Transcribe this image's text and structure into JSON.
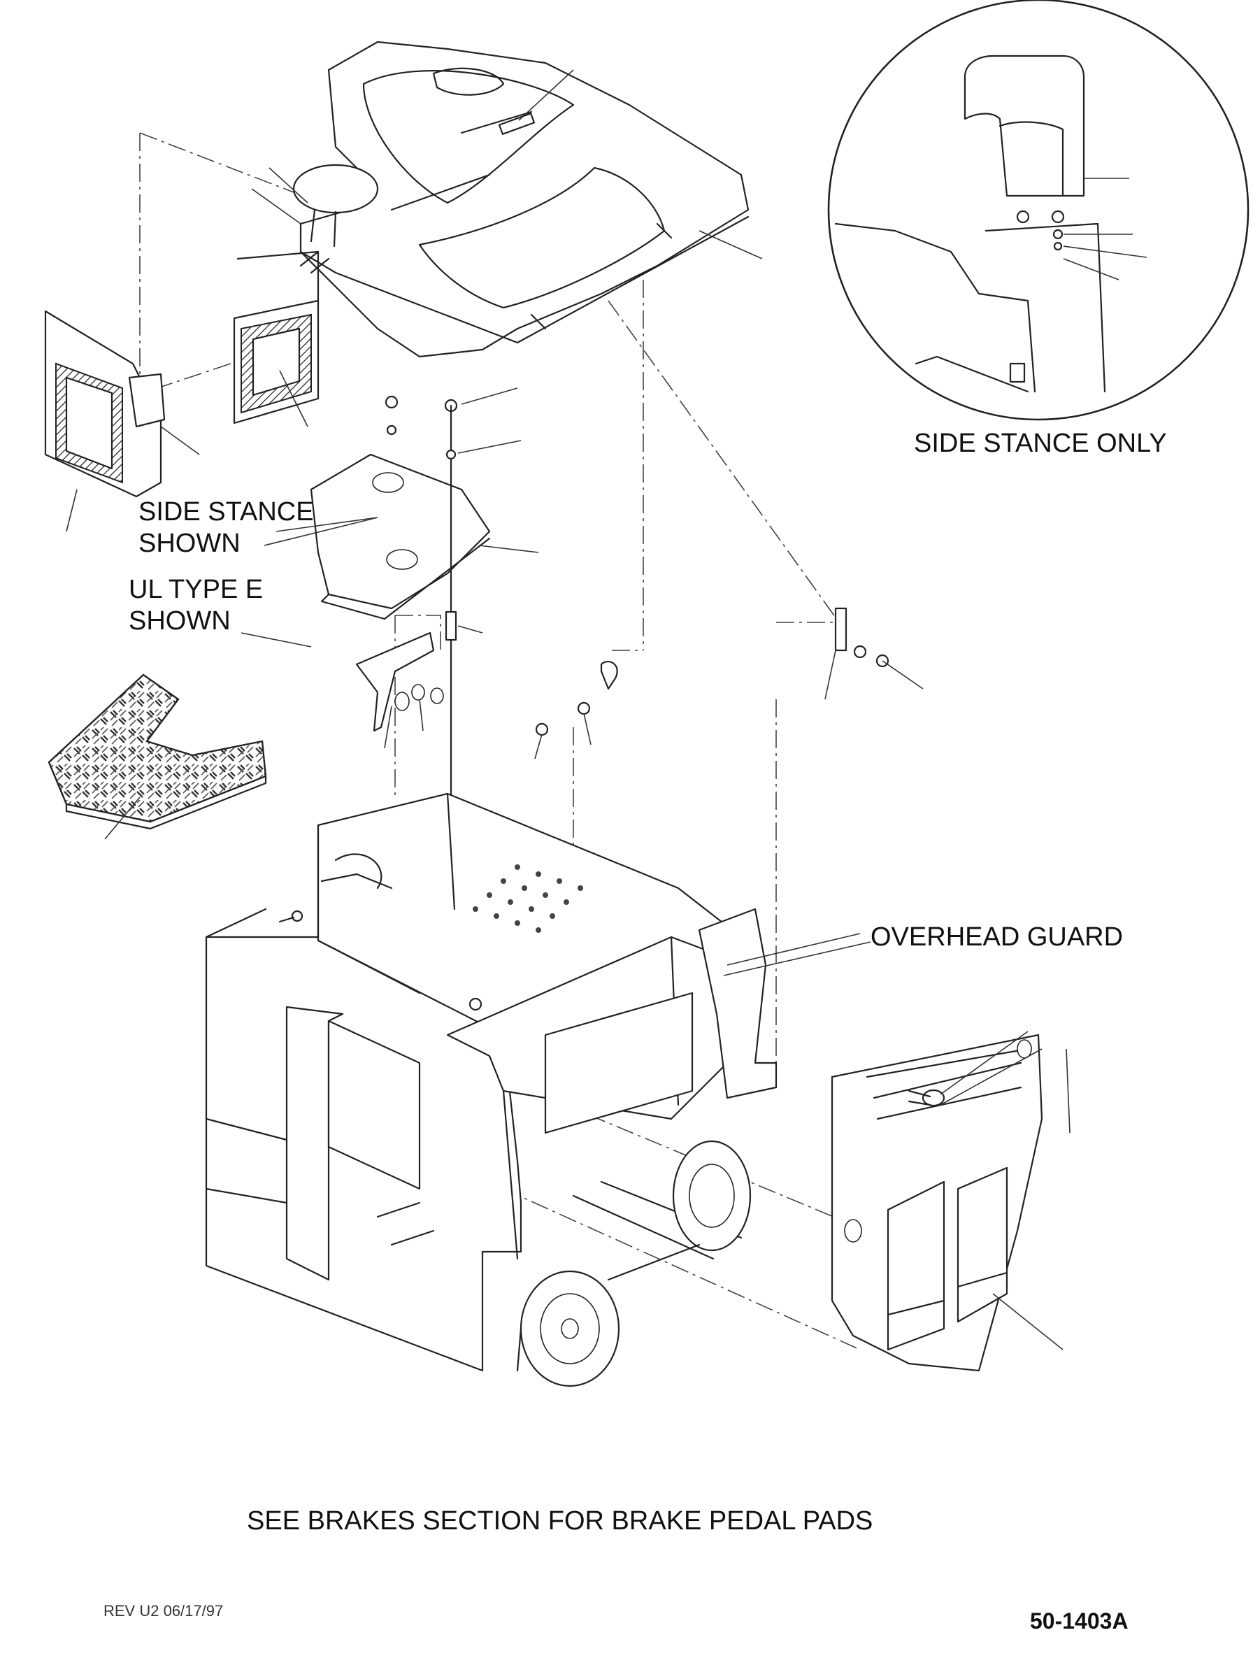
{
  "labels": {
    "side_stance_only": "SIDE STANCE ONLY",
    "side_stance_shown_1": "SIDE STANCE",
    "side_stance_shown_2": "SHOWN",
    "ul_type_e_1": "UL TYPE E",
    "ul_type_e_2": "SHOWN",
    "overhead_guard": "OVERHEAD GUARD",
    "brakes_note": "SEE BRAKES SECTION FOR BRAKE PEDAL PADS",
    "revision": "REV U2 06/17/97",
    "part_number": "50-1403A"
  }
}
